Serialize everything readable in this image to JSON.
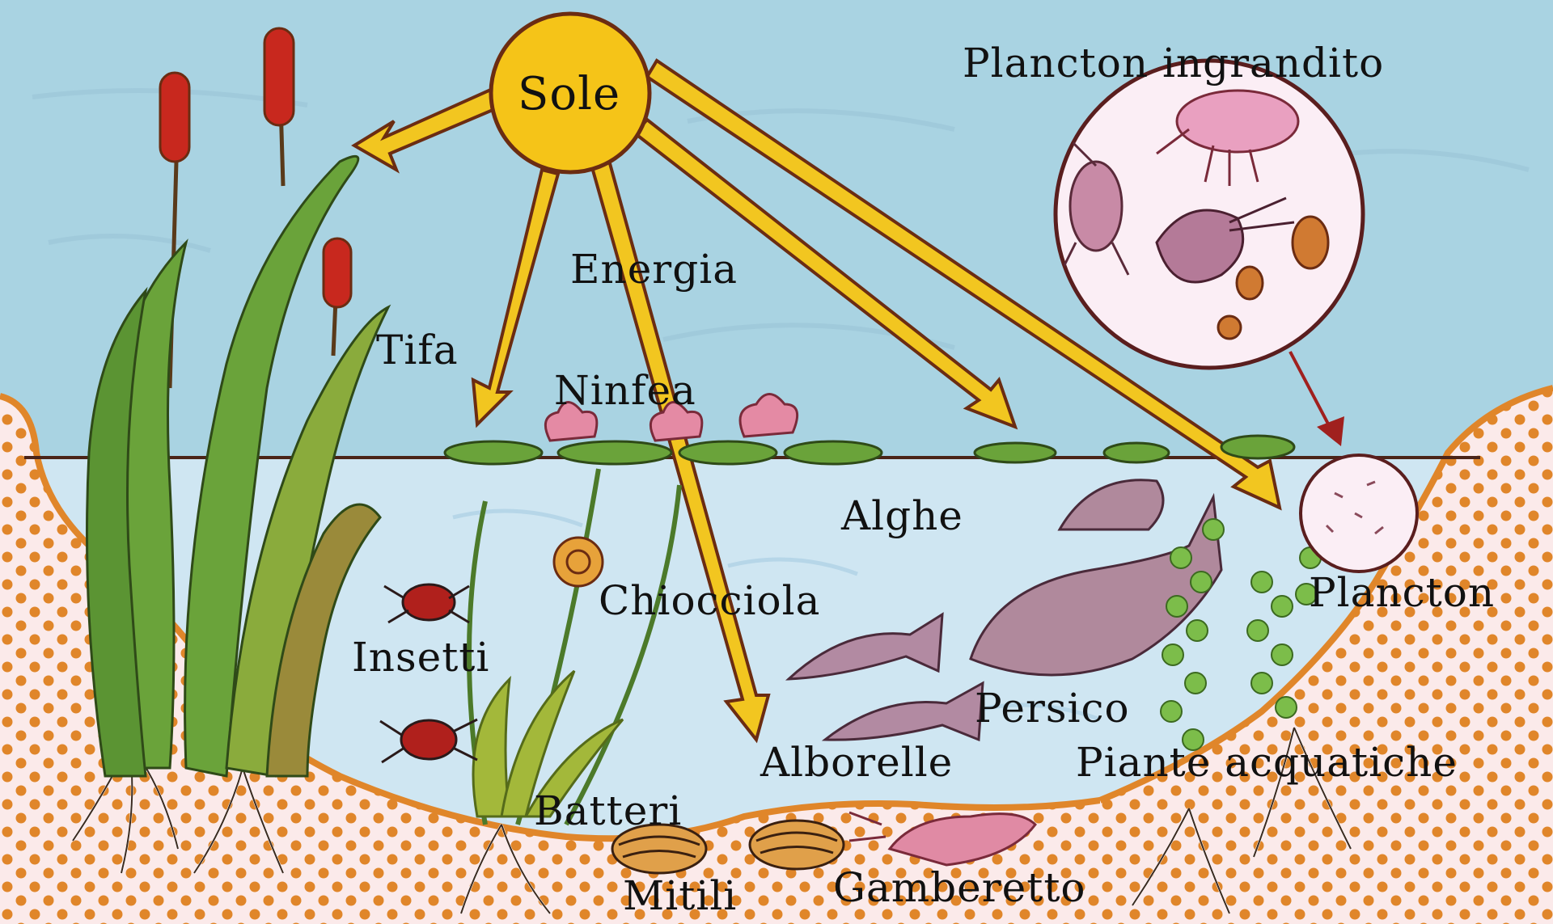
{
  "labels": {
    "sun": "Sole",
    "energy": "Energia",
    "plankton_zoom": "Plancton ingrandito",
    "cattail": "Tifa",
    "waterlily": "Ninfea",
    "algae": "Alghe",
    "snail": "Chiocciola",
    "plankton": "Plancton",
    "insects": "Insetti",
    "perch": "Persico",
    "bleak": "Alborelle",
    "aquatic_plants": "Piante acquatiche",
    "bacteria": "Batteri",
    "mussels": "Mitili",
    "shrimp": "Gamberetto"
  },
  "colors": {
    "sky": "#a9d3e2",
    "water": "#cfe6f2",
    "soil": "#fbeaea",
    "soil_dots": "#e0862a",
    "sun": "#f5c418",
    "arrow": "#f2c620",
    "outline": "#6b2c12",
    "plant_green": "#6aa33a",
    "cattail_red": "#c8281e",
    "plankton_pink": "#c88aa6",
    "fish": "#a87a92"
  }
}
